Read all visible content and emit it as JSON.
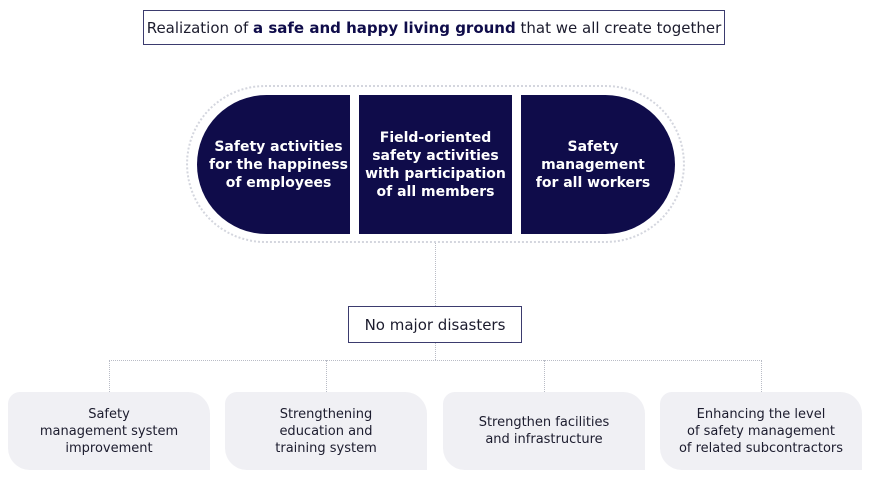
{
  "title": {
    "prefix": "Realization of ",
    "highlight": "a safe and happy living ground",
    "suffix": " that we all create together"
  },
  "pillars": [
    {
      "label": "Safety activities\nfor the happiness\nof employees"
    },
    {
      "label": "Field-oriented\nsafety activities\nwith participation\nof all members"
    },
    {
      "label": "Safety\nmanagement\nfor all workers"
    }
  ],
  "goal": {
    "label": "No major disasters"
  },
  "strategies": [
    {
      "label": "Safety\nmanagement system\nimprovement"
    },
    {
      "label": "Strengthening\neducation and\ntraining system"
    },
    {
      "label": "Strengthen facilities\nand infrastructure"
    },
    {
      "label": "Enhancing the level\nof safety management\nof related subcontractors"
    }
  ],
  "colors": {
    "navy": "#0f0c4a",
    "card_bg": "#f0f0f4",
    "connector": "#b9bcc6"
  }
}
